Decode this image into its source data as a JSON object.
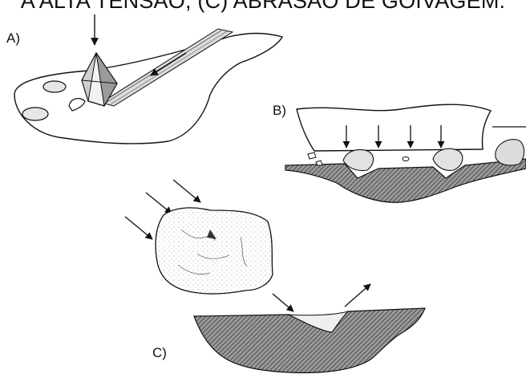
{
  "header": {
    "caption": "A ALTA TENSÃO, (C) ABRASÃO DE GOIVAGEM."
  },
  "panels": [
    {
      "id": "A",
      "label": "A)"
    },
    {
      "id": "B",
      "label": "B)"
    },
    {
      "id": "C",
      "label": "C)"
    }
  ],
  "colors": {
    "ink": "#111111",
    "hatch": "#555555",
    "background": "#ffffff"
  }
}
